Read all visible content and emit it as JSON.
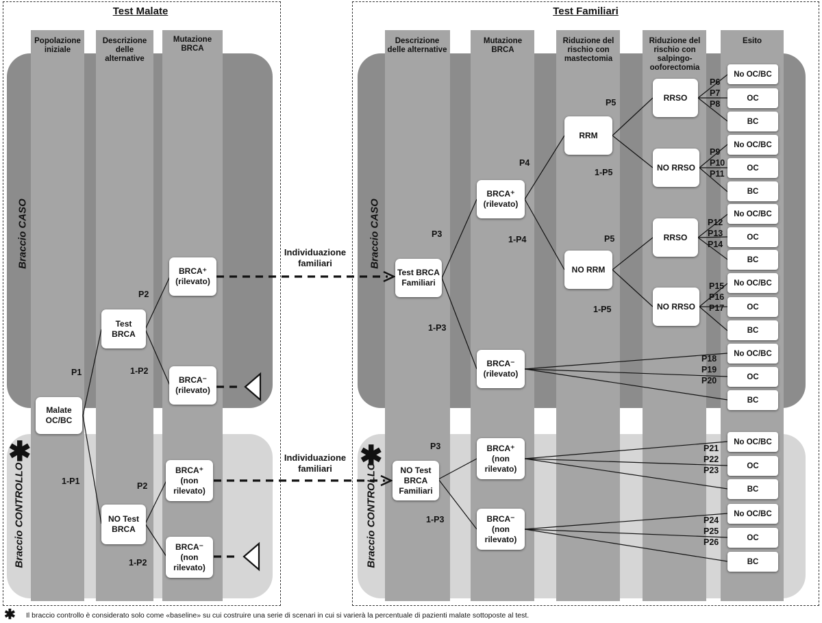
{
  "left_panel": {
    "title": "Test Malate",
    "headers": {
      "col1": "Popolazione iniziale",
      "col2": "Descrizione delle alternative",
      "col3": "Mutazione BRCA"
    },
    "nodes": {
      "start": [
        "Malate",
        "OC/BC"
      ],
      "test": [
        "Test BRCA"
      ],
      "notest": [
        "NO Test",
        "BRCA"
      ],
      "brca_pos_det": [
        "BRCA⁺",
        "(rilevato)"
      ],
      "brca_neg_det": [
        "BRCA⁻",
        "(rilevato)"
      ],
      "brca_pos_nondet": [
        "BRCA⁺",
        "(non",
        "rilevato)"
      ],
      "brca_neg_nondet": [
        "BRCA⁻",
        "(non",
        "rilevato)"
      ]
    },
    "probs": {
      "p1": "P1",
      "p1c": "1-P1",
      "p2a": "P2",
      "p2ac": "1-P2",
      "p2b": "P2",
      "p2bc": "1-P2"
    },
    "arm_caso": "Braccio CASO",
    "arm_controllo": "Braccio CONTROLLO",
    "star": "✱"
  },
  "middle": {
    "label_top": [
      "Individuazione",
      "familiari"
    ],
    "label_bottom": [
      "Individuazione",
      "familiari"
    ]
  },
  "right_panel": {
    "title": "Test Familiari",
    "headers": {
      "col1": "Descrizione delle alternative",
      "col2": "Mutazione BRCA",
      "col3": "Riduzione del rischio con mastectomia",
      "col4": "Riduzione del rischio con salpingo-ooforectomia",
      "col5": "Esito"
    },
    "nodes": {
      "test_fam": [
        "Test BRCA",
        "Familiari"
      ],
      "notest_fam": [
        "NO Test",
        "BRCA",
        "Familiari"
      ],
      "brca_pos": [
        "BRCA⁺",
        "(rilevato)"
      ],
      "brca_neg": [
        "BRCA⁻",
        "(rilevato)"
      ],
      "brca_pos_nd": [
        "BRCA⁺",
        "(non",
        "rilevato)"
      ],
      "brca_neg_nd": [
        "BRCA⁻",
        "(non",
        "rilevato)"
      ],
      "rrm": [
        "RRM"
      ],
      "no_rrm": [
        "NO RRM"
      ],
      "rrso1": [
        "RRSO"
      ],
      "norrso1": [
        "NO RRSO"
      ],
      "rrso2": [
        "RRSO"
      ],
      "norrso2": [
        "NO RRSO"
      ]
    },
    "outcomes": [
      "No OC/BC",
      "OC",
      "BC",
      "No OC/BC",
      "OC",
      "BC",
      "No OC/BC",
      "OC",
      "BC",
      "No OC/BC",
      "OC",
      "BC",
      "No OC/BC",
      "OC",
      "BC",
      "No OC/BC",
      "OC",
      "BC",
      "No OC/BC",
      "OC",
      "BC"
    ],
    "probs": {
      "p3": "P3",
      "p3c": "1-P3",
      "p3b": "P3",
      "p3bc": "1-P3",
      "p4": "P4",
      "p4c": "1-P4",
      "p5a": "P5",
      "p5ac": "1-P5",
      "p5b": "P5",
      "p5bc": "1-P5",
      "p6": "P6",
      "p7": "P7",
      "p8": "P8",
      "p9": "P9",
      "p10": "P10",
      "p11": "P11",
      "p12": "P12",
      "p13": "P13",
      "p14": "P14",
      "p15": "P15",
      "p16": "P16",
      "p17": "P17",
      "p18": "P18",
      "p19": "P19",
      "p20": "P20",
      "p21": "P21",
      "p22": "P22",
      "p23": "P23",
      "p24": "P24",
      "p25": "P25",
      "p26": "P26"
    },
    "arm_caso": "Braccio CASO",
    "arm_controllo": "Braccio CONTROLLO",
    "star": "✱"
  },
  "footnote": {
    "star": "✱",
    "text": "Il braccio controllo è considerato solo come «baseline» su cui costruire una serie di scenari in cui si varierà la percentuale di pazienti malate sottoposte al test."
  }
}
